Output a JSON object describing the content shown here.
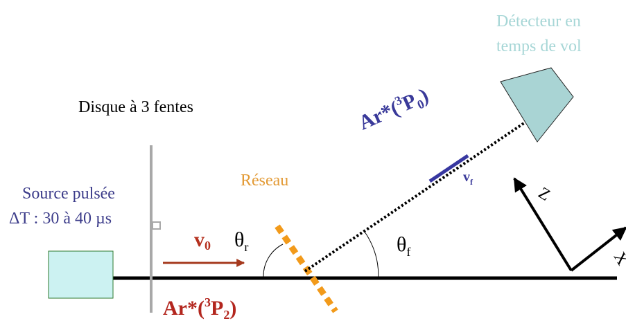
{
  "labels": {
    "detector_line1": "Détecteur en",
    "detector_line2": "temps de vol",
    "disk": "Disque à 3 fentes",
    "source_line1": "Source pulsée",
    "source_line2": "ΔT : 30 à 40 µs",
    "grating": "Réseau",
    "v0_main": "v",
    "v0_sub": "0",
    "theta_r_main": "θ",
    "theta_r_sub": "r",
    "theta_f_main": "θ",
    "theta_f_sub": "f",
    "vf_main": "v",
    "vf_sub": "f",
    "ar_top_main": "Ar*(",
    "ar_top_sup": "3",
    "ar_top_P": "P",
    "ar_top_sub": "0",
    "ar_top_close": ")",
    "ar_bottom_main": "Ar*(",
    "ar_bottom_sup": "3",
    "ar_bottom_P": "P",
    "ar_bottom_sub": "2",
    "ar_bottom_close": ")",
    "axis_z": "Z",
    "axis_x": "X"
  },
  "colors": {
    "beam": "#000000",
    "source_fill": "#ccf2f2",
    "detector_fill": "#a9d4d4",
    "detector_text": "#a6d6d6",
    "source_text": "#3c3c8a",
    "grating": "#f29a1a",
    "grating_text": "#e39a35",
    "disk": "#a8a8a8",
    "v0_arrow": "#a5391d",
    "v0_text": "#b5301e",
    "vf_arrow": "#3737a0",
    "ar_text": "#3a3a9a",
    "ar_bottom_text": "#b3261e"
  }
}
